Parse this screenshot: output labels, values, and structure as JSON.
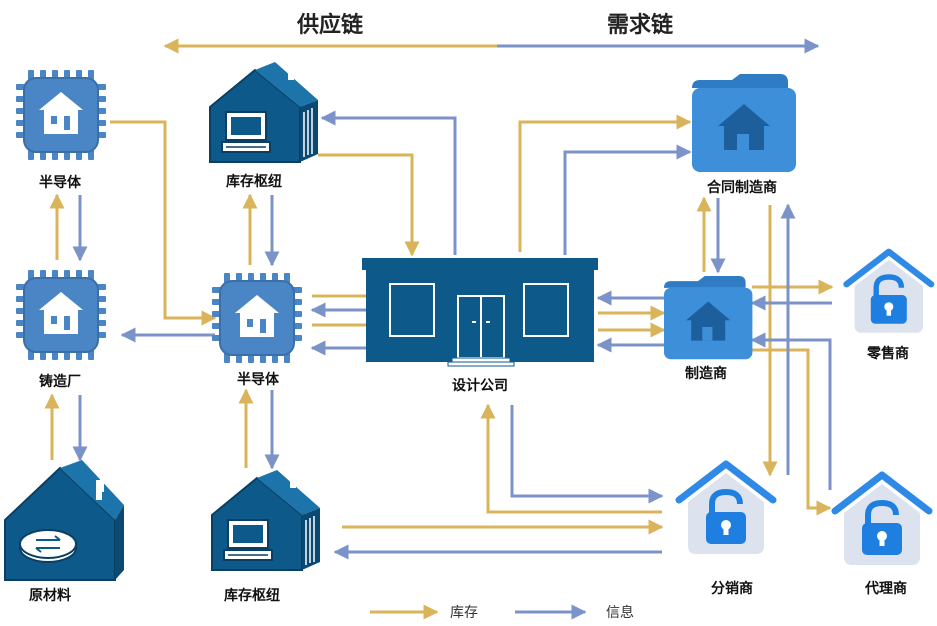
{
  "header": {
    "supply_chain": "供应链",
    "demand_chain": "需求链"
  },
  "nodes": {
    "semiconductor_top": "半导体",
    "foundry": "铸造厂",
    "raw_material": "原材料",
    "hub_top": "库存枢纽",
    "semiconductor_mid": "半导体",
    "hub_bottom": "库存枢纽",
    "design_company": "设计公司",
    "contract_manufacturer": "合同制造商",
    "manufacturer": "制造商",
    "retailer": "零售商",
    "distributor": "分销商",
    "agent": "代理商"
  },
  "legend": {
    "inventory": "库存",
    "information": "信息"
  },
  "colors": {
    "inventory": "#d9b45a",
    "information": "#7b93c8",
    "node_dark": "#0d5a8a",
    "node_chip": "#4a86c6",
    "folder": "#3c8fd8",
    "lock": "#1e7fe0"
  }
}
